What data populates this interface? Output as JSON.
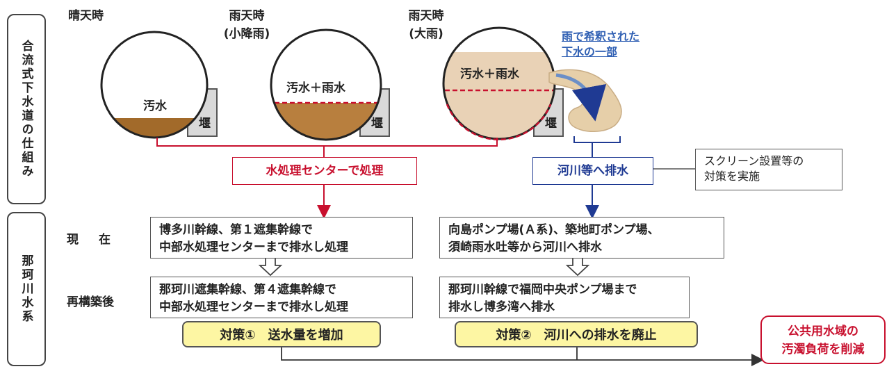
{
  "side_labels": {
    "top": "合流式下水道の仕組み",
    "bottom": "那珂川水系"
  },
  "conditions": {
    "dry": [
      "晴天時"
    ],
    "light_rain": [
      "雨天時",
      "(小降雨)"
    ],
    "heavy_rain": [
      "雨天時",
      "(大雨)"
    ]
  },
  "pipes": {
    "dry_label": "汚水",
    "light_label": "汚水＋雨水",
    "heavy_label": "汚水＋雨水",
    "weir_label": "堰"
  },
  "overflow_note": [
    "雨で希釈された",
    "下水の一部"
  ],
  "flow_boxes": {
    "treatment": "水処理センターで処理",
    "discharge": "河川等へ排水",
    "screen": [
      "スクリーン設置等の",
      "対策を実施"
    ]
  },
  "row_headers": {
    "current": "現　在",
    "after": "再構築後"
  },
  "current": {
    "left": [
      "博多川幹線、第１遮集幹線で",
      "中部水処理センターまで排水し処理"
    ],
    "right": [
      "向島ポンプ場(Ａ系)、築地町ポンプ場、",
      "須崎雨水吐等から河川へ排水"
    ]
  },
  "after": {
    "left": [
      "那珂川遮集幹線、第４遮集幹線で",
      "中部水処理センターまで排水し処理"
    ],
    "right": [
      "那珂川幹線で福岡中央ポンプ場まで",
      "排水し博多湾へ排水"
    ]
  },
  "measures": {
    "m1": "対策①　送水量を増加",
    "m2": "対策②　河川への排水を廃止"
  },
  "result": [
    "公共用水域の",
    "汚濁負荷を削減"
  ],
  "colors": {
    "sewage": "#a26a2a",
    "mixed": "#d4ab7a",
    "red": "#c8102e",
    "blue": "#1f3a93",
    "measure_bg": "#fdf6a3"
  }
}
